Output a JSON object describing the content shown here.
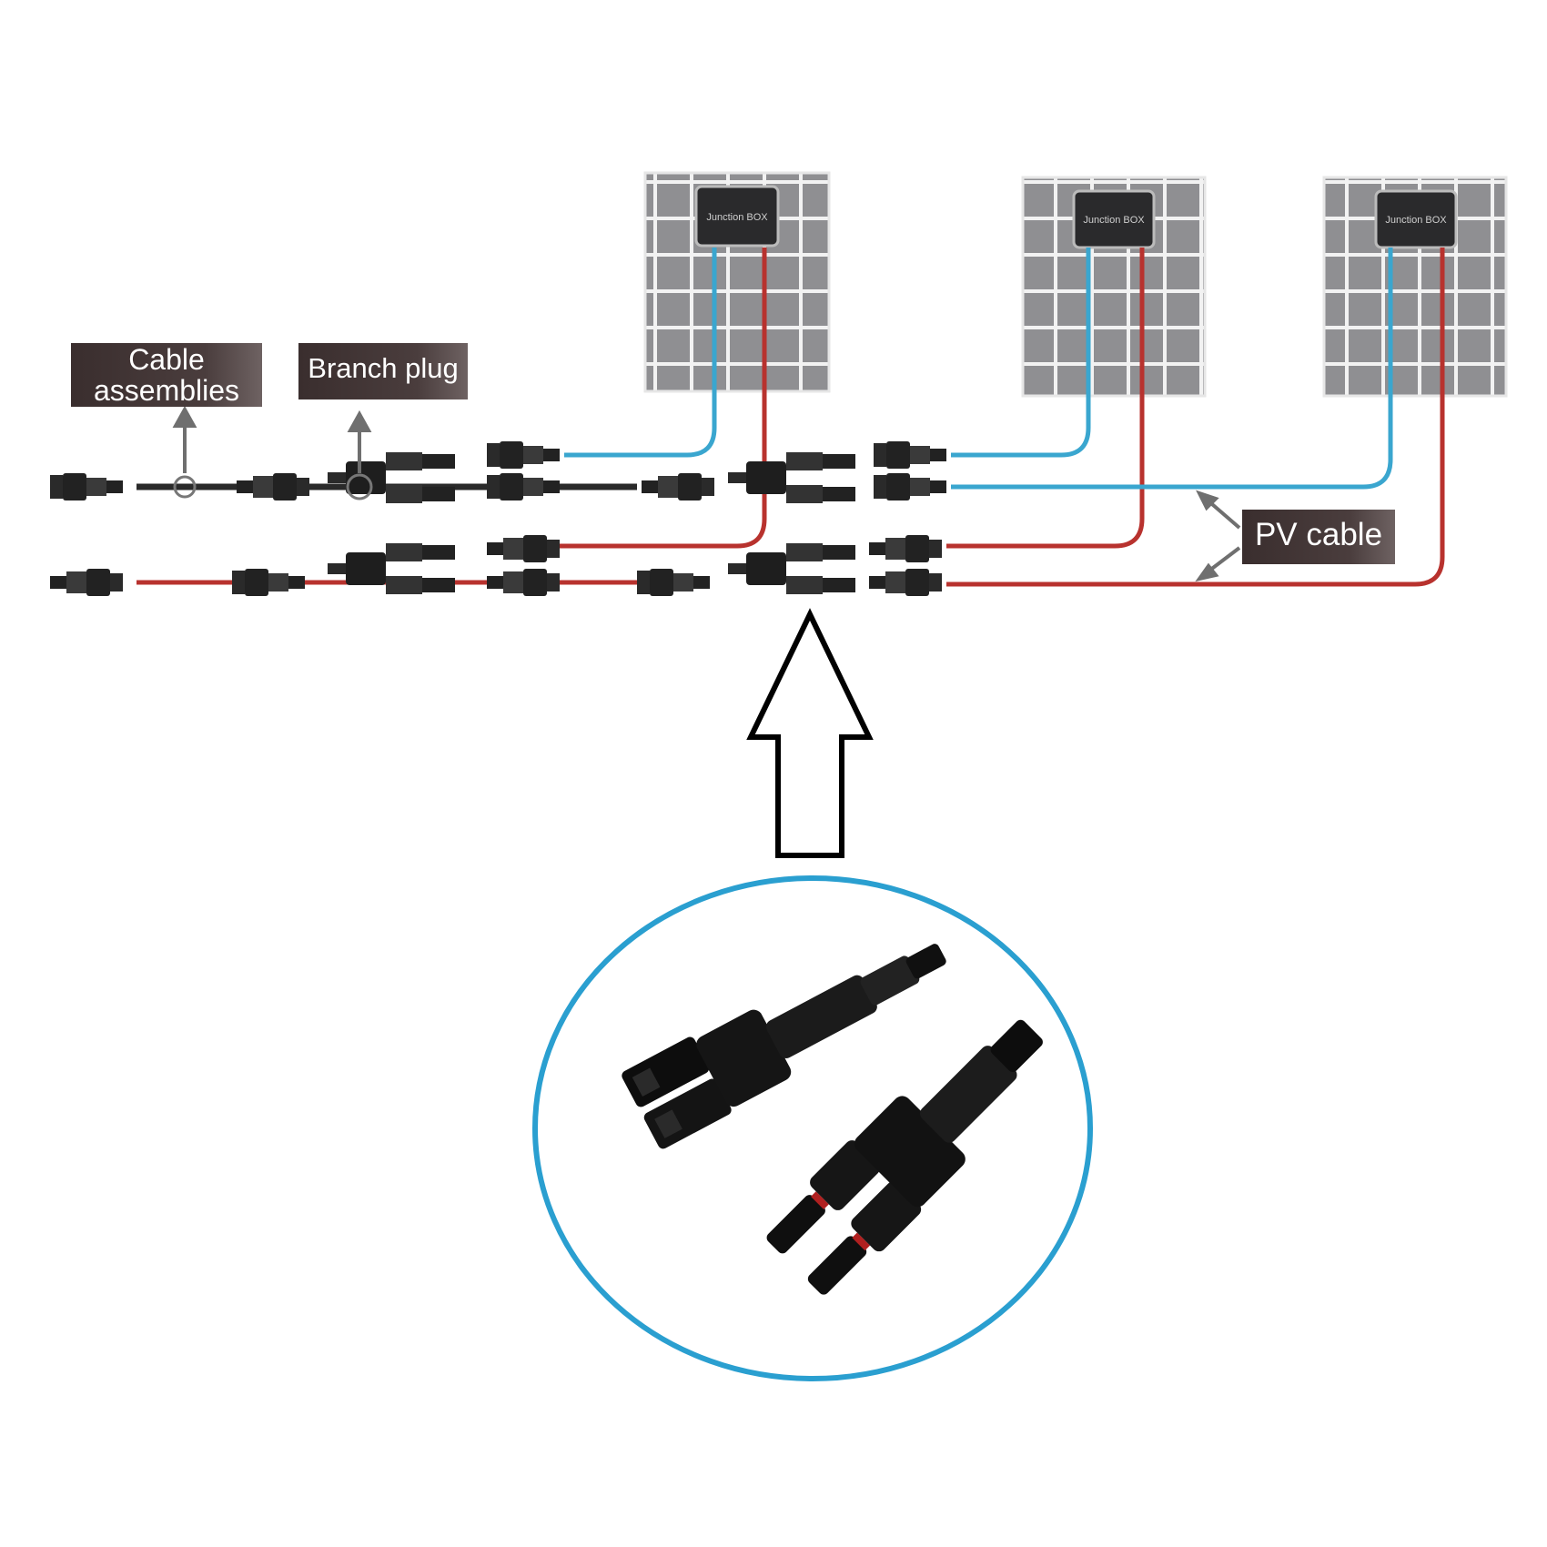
{
  "labels": {
    "cable_assemblies_line1": "Cable",
    "cable_assemblies_line2": "assemblies",
    "branch_plug": "Branch plug",
    "pv_cable": "PV cable"
  },
  "panels": {
    "junction_box_text": "Junction BOX",
    "count": 3
  },
  "colors": {
    "positive_cable": "#b8322e",
    "negative_cable": "#3aa6cf",
    "label_bg": "#3f3333",
    "panel_cell": "#8f8f92",
    "highlight_circle": "#2a9fd0"
  },
  "icons": [
    "up-arrow-icon",
    "mc4-branch-connector-photo"
  ]
}
